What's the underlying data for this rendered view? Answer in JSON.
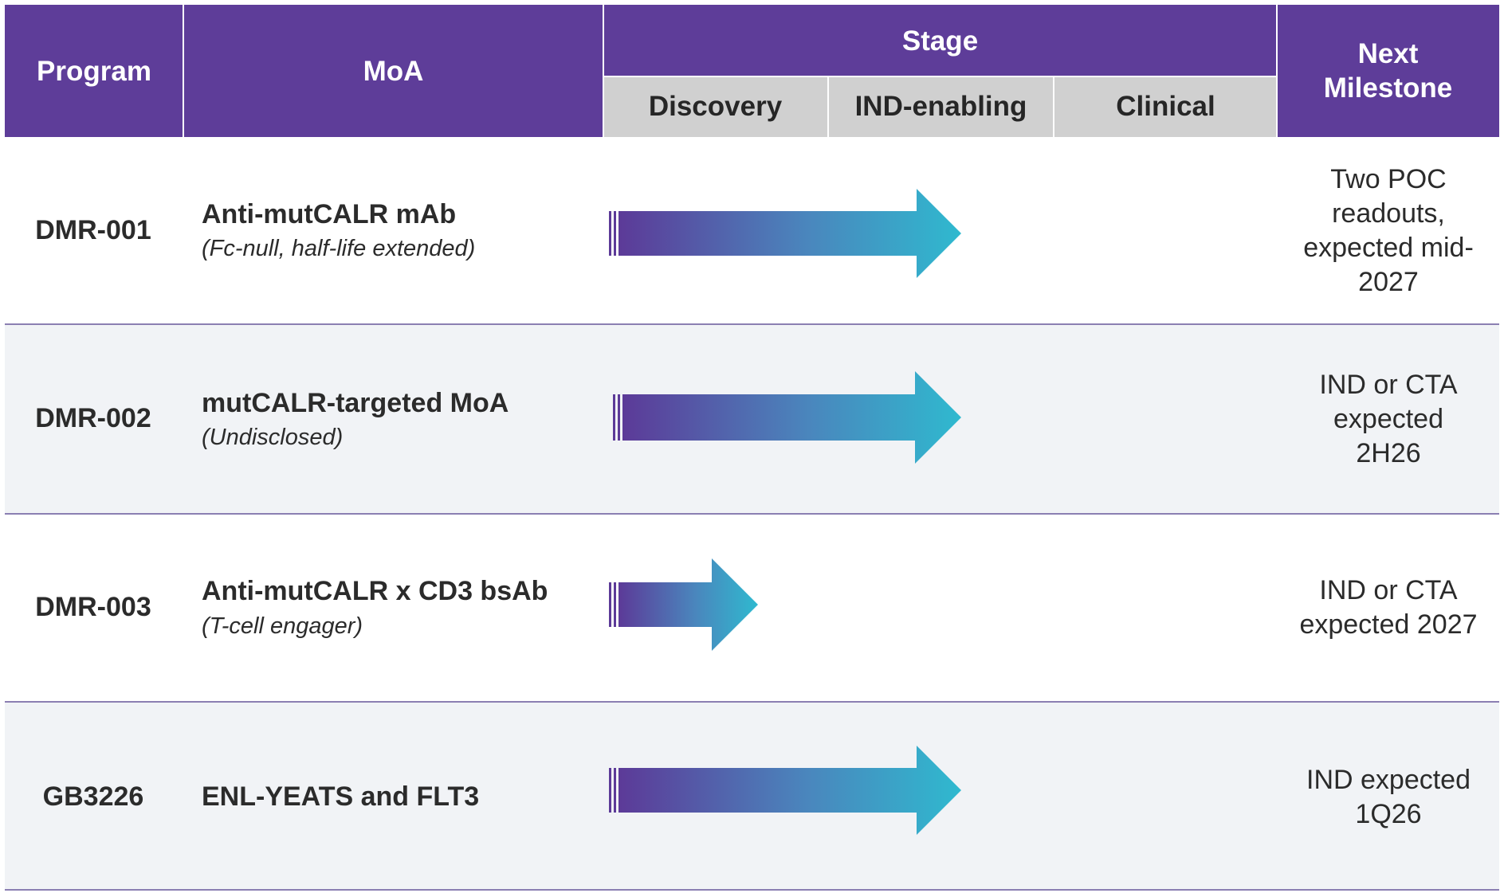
{
  "header": {
    "program": "Program",
    "moa": "MoA",
    "stage": "Stage",
    "stages": [
      "Discovery",
      "IND-enabling",
      "Clinical"
    ],
    "next_milestone_lines": [
      "Next",
      "Milestone"
    ]
  },
  "colors": {
    "header_bg": "#5e3d99",
    "subheader_bg": "#d0d0d0",
    "row_shade": "#f1f3f6",
    "arrow_start": "#5c3a98",
    "arrow_end": "#2fb9cf"
  },
  "programs": [
    {
      "program": "DMR-001",
      "moa": "Anti-mutCALR mAb",
      "moa_detail": "(Fc-null, half-life extended)",
      "progress_stage": "IND-enabling",
      "milestone_lines": [
        "Two POC",
        "readouts,",
        "expected mid-",
        "2027"
      ]
    },
    {
      "program": "DMR-002",
      "moa": "mutCALR-targeted MoA",
      "moa_detail": "(Undisclosed)",
      "progress_stage": "IND-enabling",
      "milestone_lines": [
        "IND or CTA",
        "expected",
        "2H26"
      ]
    },
    {
      "program": "DMR-003",
      "moa": "Anti-mutCALR x CD3 bsAb",
      "moa_detail": "(T-cell engager)",
      "progress_stage": "Discovery",
      "milestone_lines": [
        "IND or CTA",
        "expected 2027"
      ]
    },
    {
      "program": "GB3226",
      "moa": "ENL-YEATS and FLT3",
      "moa_detail": "",
      "progress_stage": "IND-enabling",
      "milestone_lines": [
        "IND expected",
        "1Q26"
      ]
    }
  ]
}
